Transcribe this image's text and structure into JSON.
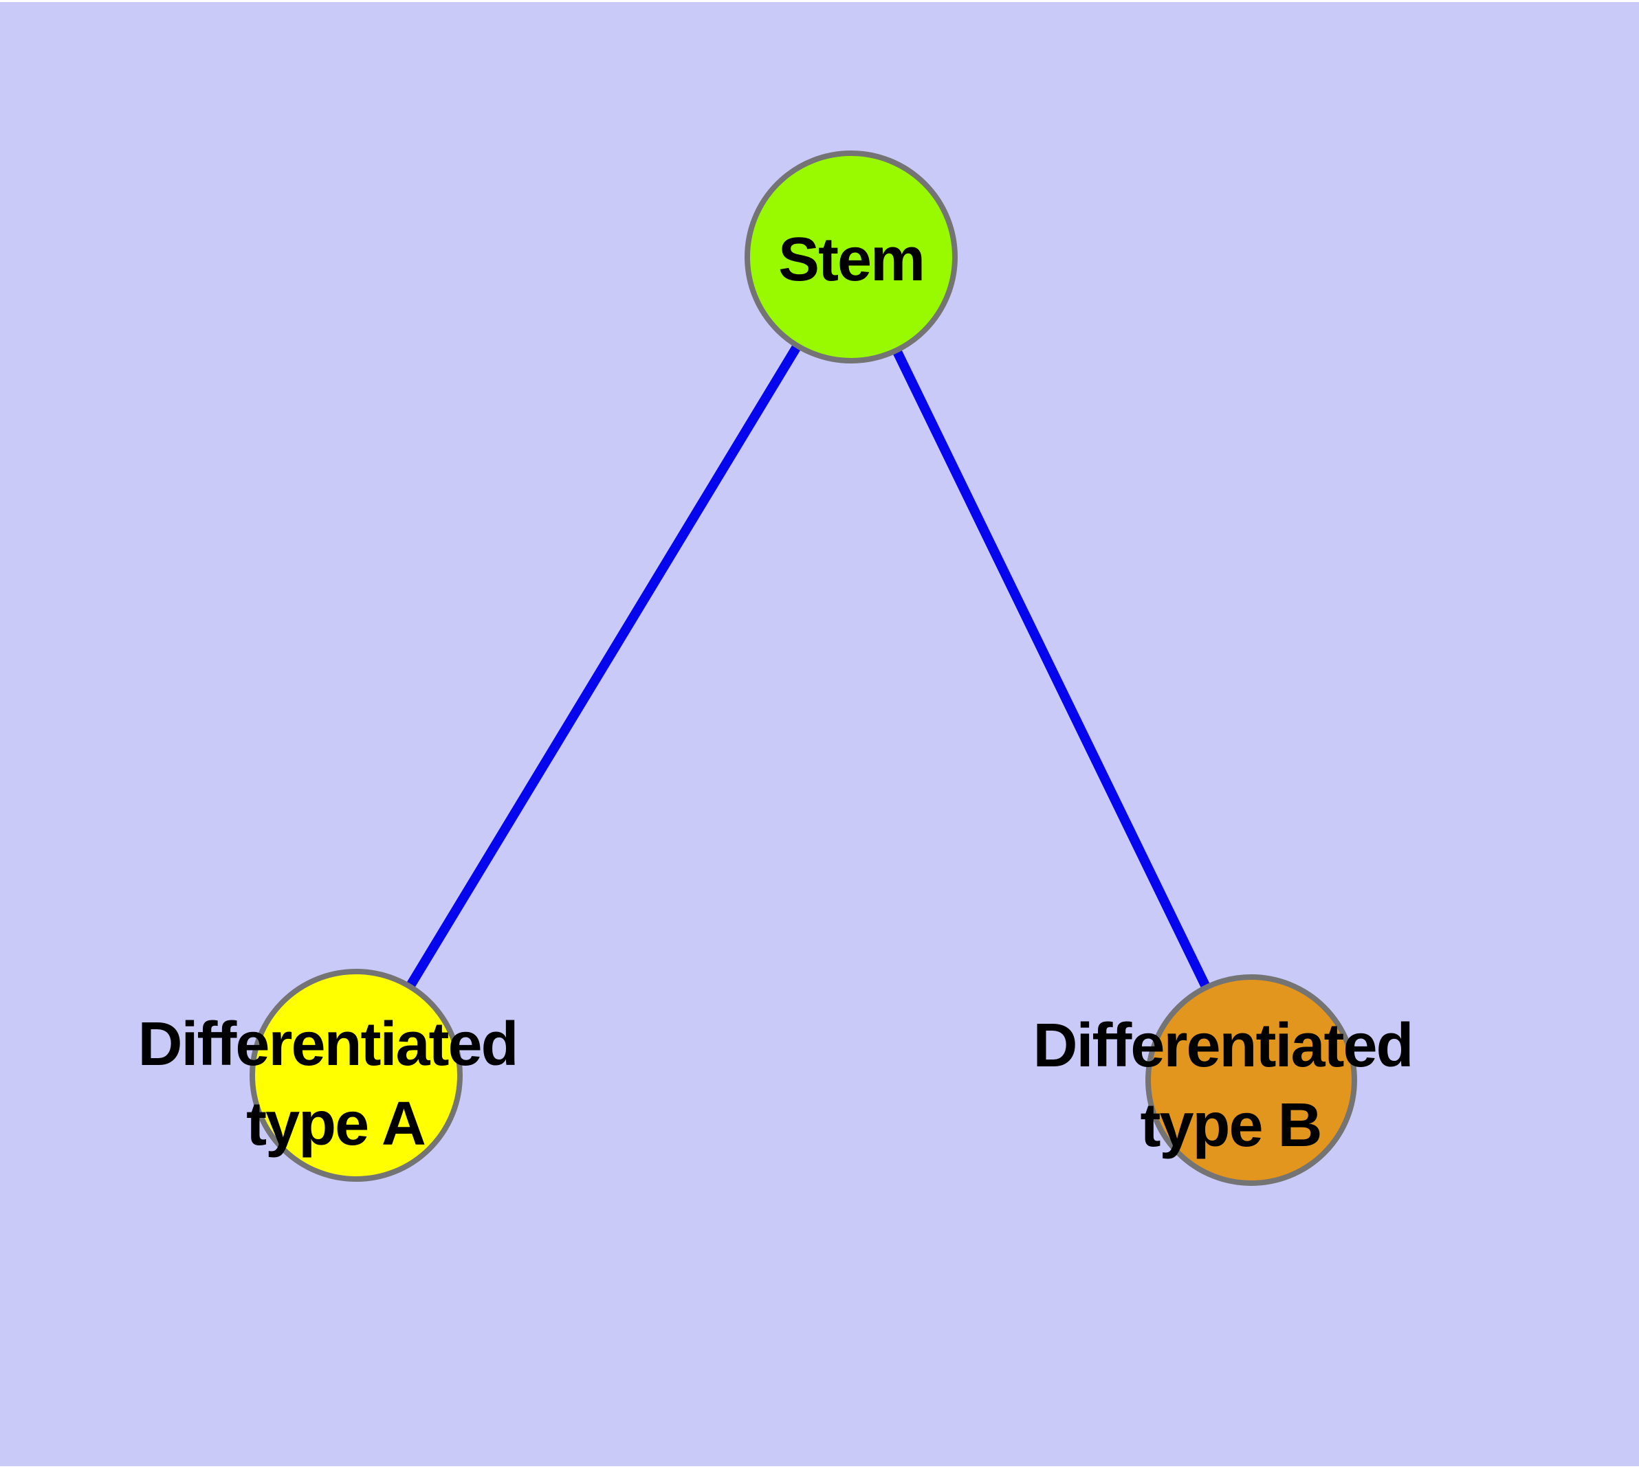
{
  "diagram": {
    "type": "node-link-graph",
    "background_color": "#CACAF8",
    "page_color": "#FFFFFF",
    "edge_color": "#0505EE",
    "node_border_color": "#747474",
    "label_color": "#000000",
    "nodes": [
      {
        "id": "stem",
        "label": "Stem",
        "line1": "Stem",
        "line2": "",
        "fill": "#99FA00"
      },
      {
        "id": "differentiated-type-a",
        "label": "Differentiated type A",
        "line1": "Differentiated",
        "line2": "type A",
        "fill": "#FFFF00"
      },
      {
        "id": "differentiated-type-b",
        "label": "Differentiated type B",
        "line1": "Differentiated",
        "line2": "type B",
        "fill": "#E2961E"
      }
    ],
    "edges": [
      {
        "from": "Stem",
        "to": "Differentiated type A"
      },
      {
        "from": "Stem",
        "to": "Differentiated type B"
      }
    ]
  }
}
